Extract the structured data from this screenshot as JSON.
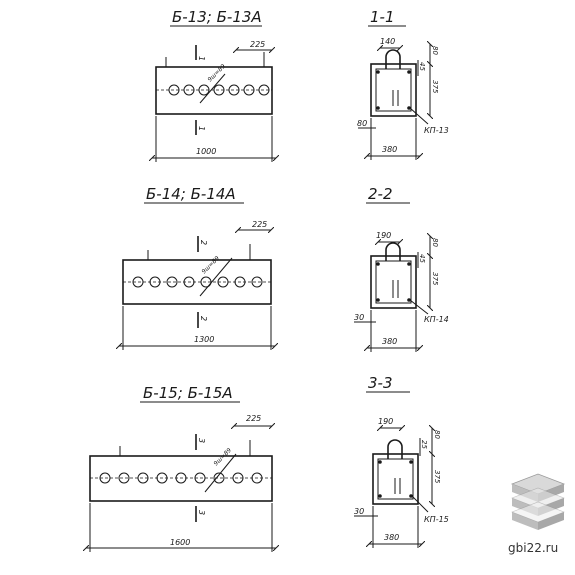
{
  "elevations": [
    {
      "title": "Б-13; Б-13А",
      "length_label": "1000",
      "right_dim": "225",
      "hole_label": "9ш=89",
      "section_mark": "1",
      "holes": 7
    },
    {
      "title": "Б-14; Б-14А",
      "length_label": "1300",
      "right_dim": "225",
      "hole_label": "9ш=89",
      "section_mark": "2",
      "holes": 8
    },
    {
      "title": "Б-15; Б-15А",
      "length_label": "1600",
      "right_dim": "225",
      "hole_label": "9ш=89",
      "section_mark": "3",
      "holes": 9
    }
  ],
  "sections": [
    {
      "title": "1-1",
      "top_dim": "140",
      "right_top_dim": "80",
      "inner_dim": "45",
      "height_dim": "375",
      "left_dim": "80",
      "width_dim": "380",
      "frame_label": "КП-13"
    },
    {
      "title": "2-2",
      "top_dim": "190",
      "right_top_dim": "80",
      "inner_dim": "45",
      "height_dim": "375",
      "left_dim": "30",
      "width_dim": "380",
      "frame_label": "КП-14"
    },
    {
      "title": "3-3",
      "top_dim": "190",
      "right_top_dim": "80",
      "inner_dim": "25",
      "height_dim": "375",
      "left_dim": "30",
      "width_dim": "380",
      "frame_label": "КП-15"
    }
  ],
  "watermark": {
    "text": "gbi22.ru"
  }
}
